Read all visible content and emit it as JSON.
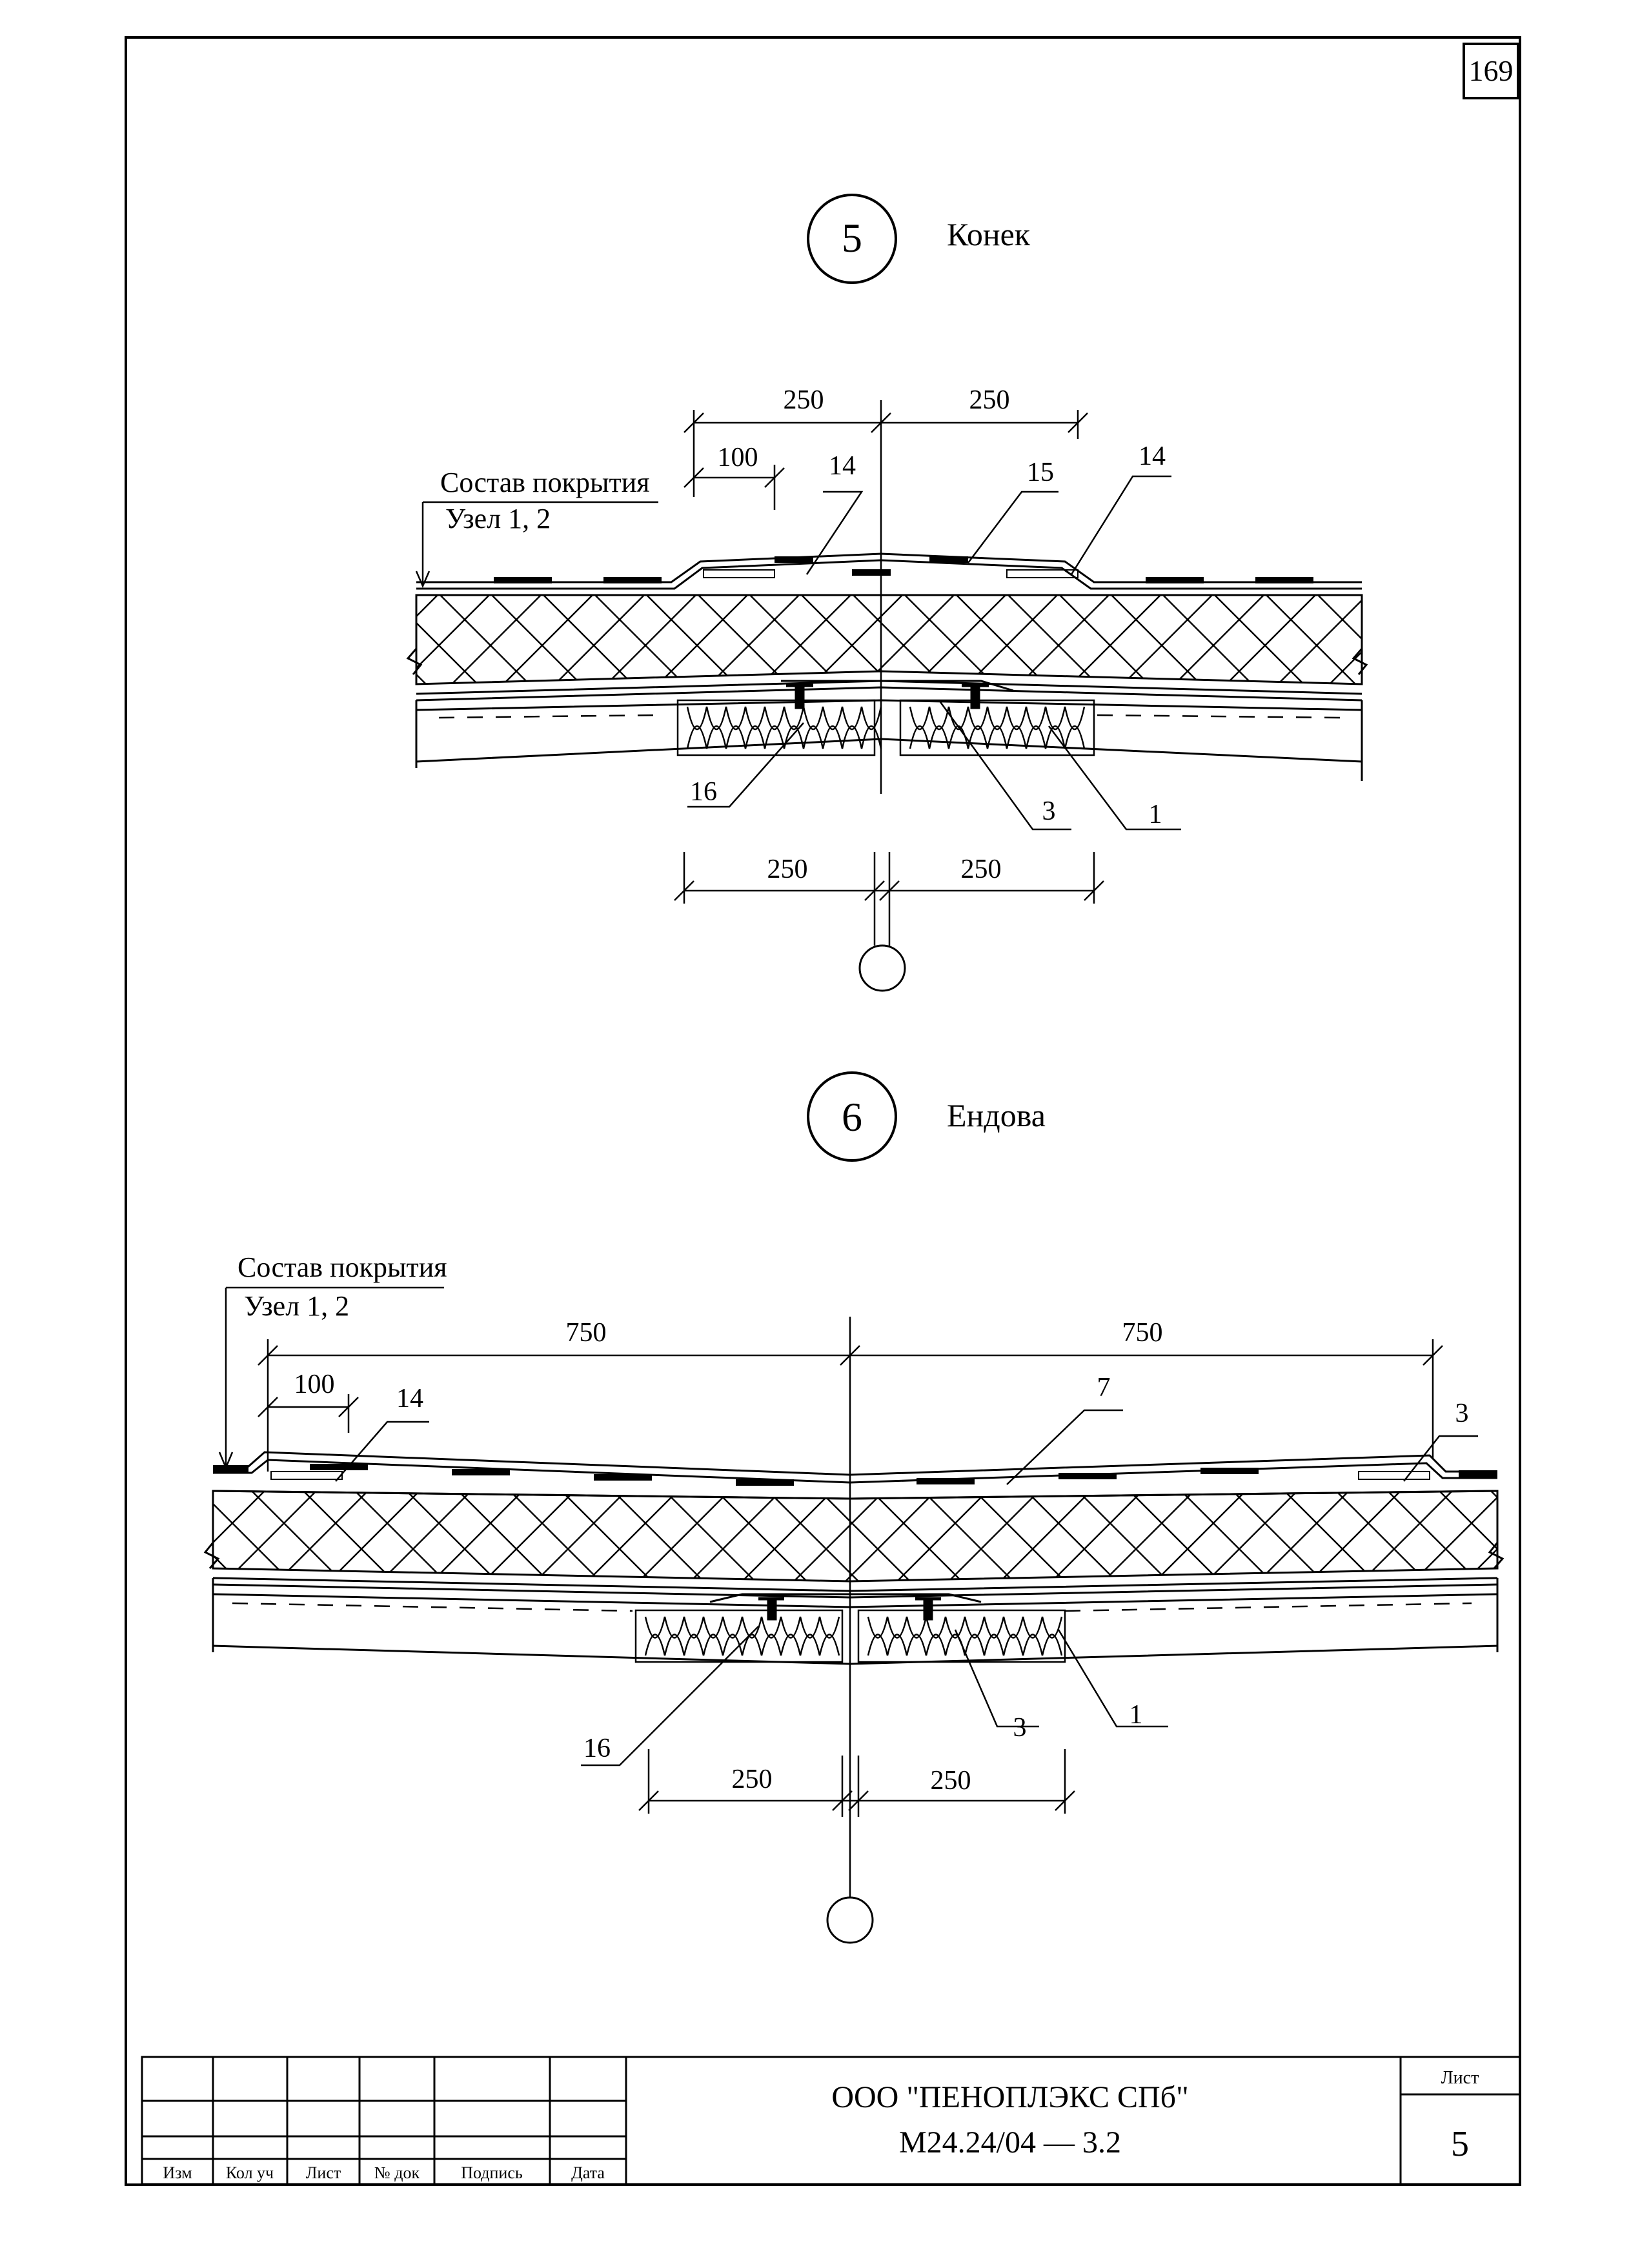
{
  "page_number": "169",
  "detail5": {
    "number": "5",
    "title": "Конек",
    "composition_label": "Состав покрытия",
    "composition_ref": "Узел 1, 2",
    "dims": {
      "top_left": "250",
      "top_right": "250",
      "overlap": "100",
      "bottom_left": "250",
      "bottom_right": "250"
    },
    "callouts": {
      "c14_left": "14",
      "c15": "15",
      "c14_right": "14",
      "c16": "16",
      "c3": "3",
      "c1": "1"
    }
  },
  "detail6": {
    "number": "6",
    "title": "Ендова",
    "composition_label": "Состав покрытия",
    "composition_ref": "Узел 1, 2",
    "dims": {
      "top_left": "750",
      "top_right": "750",
      "overlap": "100",
      "bottom_left": "250",
      "bottom_right": "250"
    },
    "callouts": {
      "c14": "14",
      "c7": "7",
      "c3_top": "3",
      "c16": "16",
      "c3_bottom": "3",
      "c1": "1"
    }
  },
  "title_block": {
    "headers": [
      "Изм",
      "Кол уч",
      "Лист",
      "№ док",
      "Подпись",
      "Дата"
    ],
    "company": "ООО \"ПЕНОПЛЭКС СПб\"",
    "doc_code": "М24.24/04 — 3.2",
    "sheet_label": "Лист",
    "sheet_number": "5"
  }
}
